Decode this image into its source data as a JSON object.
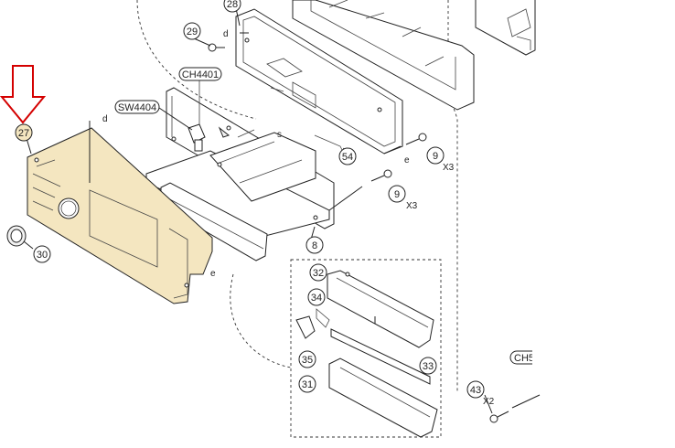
{
  "callouts": {
    "c27": "27",
    "c28": "28",
    "c29": "29",
    "c30": "30",
    "c31": "31",
    "c32": "32",
    "c33": "33",
    "c34": "34",
    "c35": "35",
    "c43": "43",
    "c54": "54",
    "c8": "8",
    "c9a": "9",
    "c9b": "9"
  },
  "labels": {
    "ch4401": "CH4401",
    "sw4404": "SW4404",
    "ch5_partial": "CH5",
    "x3_a": "X3",
    "x3_b": "X3",
    "x2": "X2",
    "d_a": "d",
    "d_b": "d",
    "e_a": "e",
    "e_b": "e",
    "s": "s"
  },
  "colors": {
    "highlight": "#f4e6c0",
    "arrow": "#d40000"
  },
  "icons": {
    "pointer": "down-arrow-icon"
  }
}
